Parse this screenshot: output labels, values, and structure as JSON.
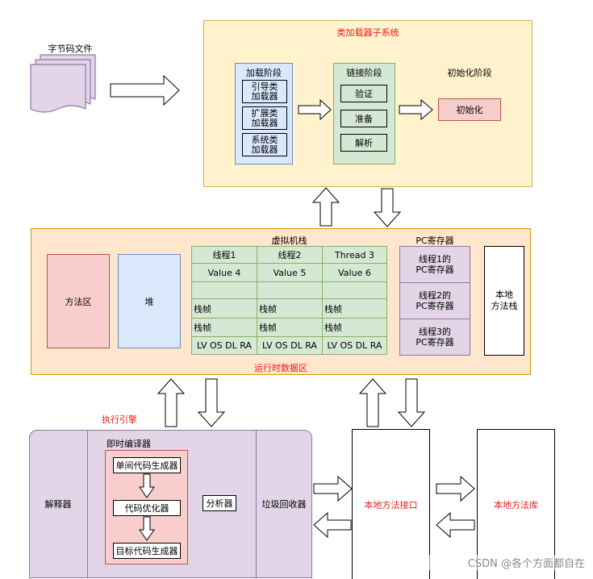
{
  "bytecode_files": {
    "label": "字节码文件"
  },
  "class_loader_subsystem": {
    "title": "类加载器子系统",
    "loading_phase": {
      "title": "加载阶段",
      "loaders": [
        {
          "line1": "引导类",
          "line2": "加载器"
        },
        {
          "line1": "扩展类",
          "line2": "加载器"
        },
        {
          "line1": "系统类",
          "line2": "加载器"
        }
      ]
    },
    "linking_phase": {
      "title": "链接阶段",
      "steps": [
        "验证",
        "准备",
        "解析"
      ]
    },
    "init_phase": {
      "title": "初始化阶段",
      "step": "初始化"
    }
  },
  "runtime_data_area": {
    "title": "运行时数据区",
    "method_area": "方法区",
    "heap": "堆",
    "vm_stack": {
      "title": "虚拟机栈",
      "threads": [
        {
          "name": "线程1",
          "value": "Value 4",
          "frame1": "栈帧",
          "frame2": "栈帧",
          "frame_parts": "LV OS DL RA"
        },
        {
          "name": "线程2",
          "value": "Value 5",
          "frame1": "栈帧",
          "frame2": "栈帧",
          "frame_parts": "LV OS DL RA"
        },
        {
          "name": "Thread 3",
          "value": "Value 6",
          "frame1": "栈帧",
          "frame2": "栈帧",
          "frame_parts": "LV OS DL RA"
        }
      ]
    },
    "pc_register": {
      "title": "PC寄存器",
      "items": [
        {
          "line1": "线程1的",
          "line2": "PC寄存器"
        },
        {
          "line1": "线程2的",
          "line2": "PC寄存器"
        },
        {
          "line1": "线程3的",
          "line2": "PC寄存器"
        }
      ]
    },
    "native_method_stack": {
      "line1": "本地",
      "line2": "方法栈"
    }
  },
  "execution_engine": {
    "title": "执行引擎",
    "interpreter": "解释器",
    "jit_compiler": {
      "title": "即时编译器",
      "steps": [
        "单间代码生成器",
        "代码优化器",
        "目标代码生成器"
      ],
      "analyzer": "分析器"
    },
    "garbage_collector": "垃圾回收器"
  },
  "native_method_interface": "本地方法接口",
  "native_method_library": "本地方法库",
  "watermark": "CSDN @各个方面都自在",
  "colors": {
    "loader_bg": "#fff2cc",
    "loader_border": "#d6b656",
    "runtime_bg": "#ffe6cc",
    "runtime_border": "#d79b00",
    "blue_bg": "#dae8fc",
    "blue_border": "#6c8ebf",
    "green_bg": "#d5e8d4",
    "green_border": "#82b366",
    "pink_bg": "#f8cecc",
    "pink_border": "#b85450",
    "purple_bg": "#e1d5e7",
    "purple_border": "#9673a6",
    "red_text": "#e8201e"
  }
}
